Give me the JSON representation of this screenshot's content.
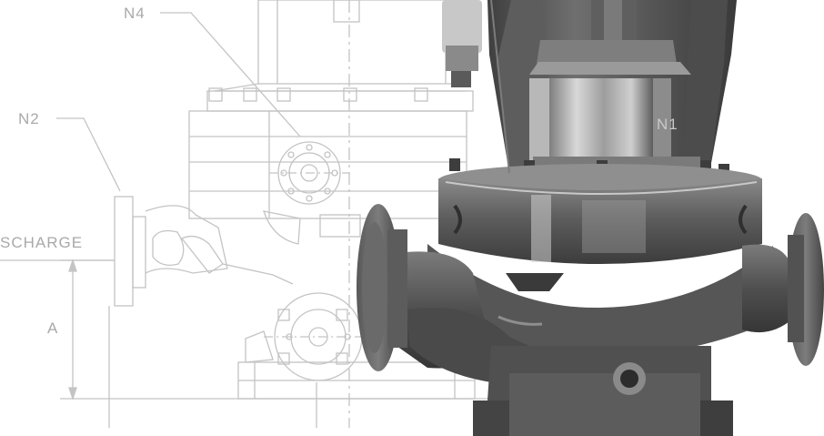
{
  "drawing": {
    "labels": {
      "n4": "N4",
      "n2": "N2",
      "n1": "N1",
      "discharge": "SCHARGE",
      "dimension_a": "A"
    }
  },
  "colors": {
    "background": "#ffffff",
    "drawing_line": "#bdbdbd",
    "drawing_text": "#a9a9a9",
    "metal_dark": "#4a4a4a",
    "metal_mid": "#6e6e6e",
    "metal_light": "#9a9a9a",
    "highlight": "#d6d6d6"
  }
}
